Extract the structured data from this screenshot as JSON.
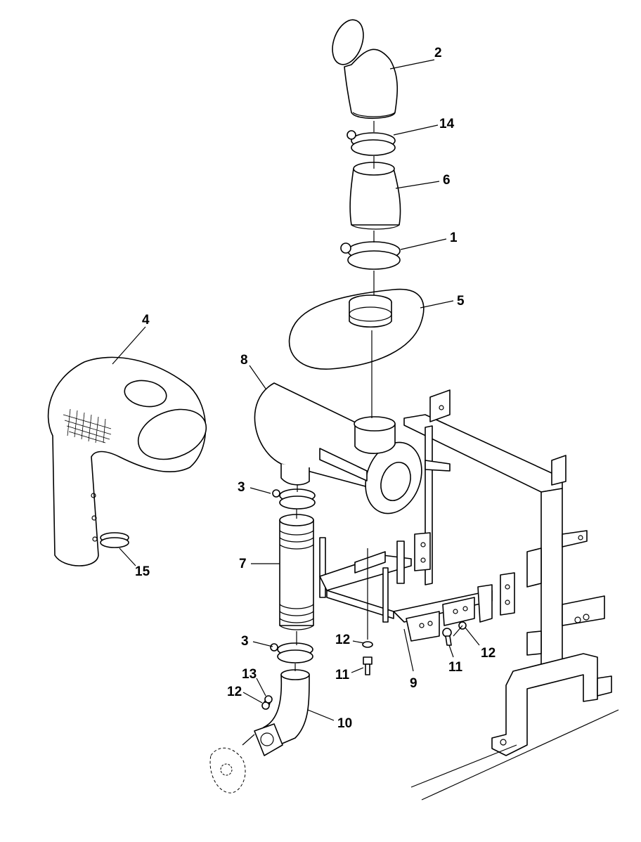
{
  "callouts": [
    {
      "id": "c2",
      "label": "2"
    },
    {
      "id": "c14",
      "label": "14"
    },
    {
      "id": "c6",
      "label": "6"
    },
    {
      "id": "c1",
      "label": "1"
    },
    {
      "id": "c5",
      "label": "5"
    },
    {
      "id": "c4",
      "label": "4"
    },
    {
      "id": "c8",
      "label": "8"
    },
    {
      "id": "c3a",
      "label": "3"
    },
    {
      "id": "c7",
      "label": "7"
    },
    {
      "id": "c15",
      "label": "15"
    },
    {
      "id": "c3b",
      "label": "3"
    },
    {
      "id": "c12a",
      "label": "12"
    },
    {
      "id": "c11a",
      "label": "11"
    },
    {
      "id": "c9",
      "label": "9"
    },
    {
      "id": "c11b",
      "label": "11"
    },
    {
      "id": "c12b",
      "label": "12"
    },
    {
      "id": "c13",
      "label": "13"
    },
    {
      "id": "c12c",
      "label": "12"
    },
    {
      "id": "c10",
      "label": "10"
    }
  ]
}
